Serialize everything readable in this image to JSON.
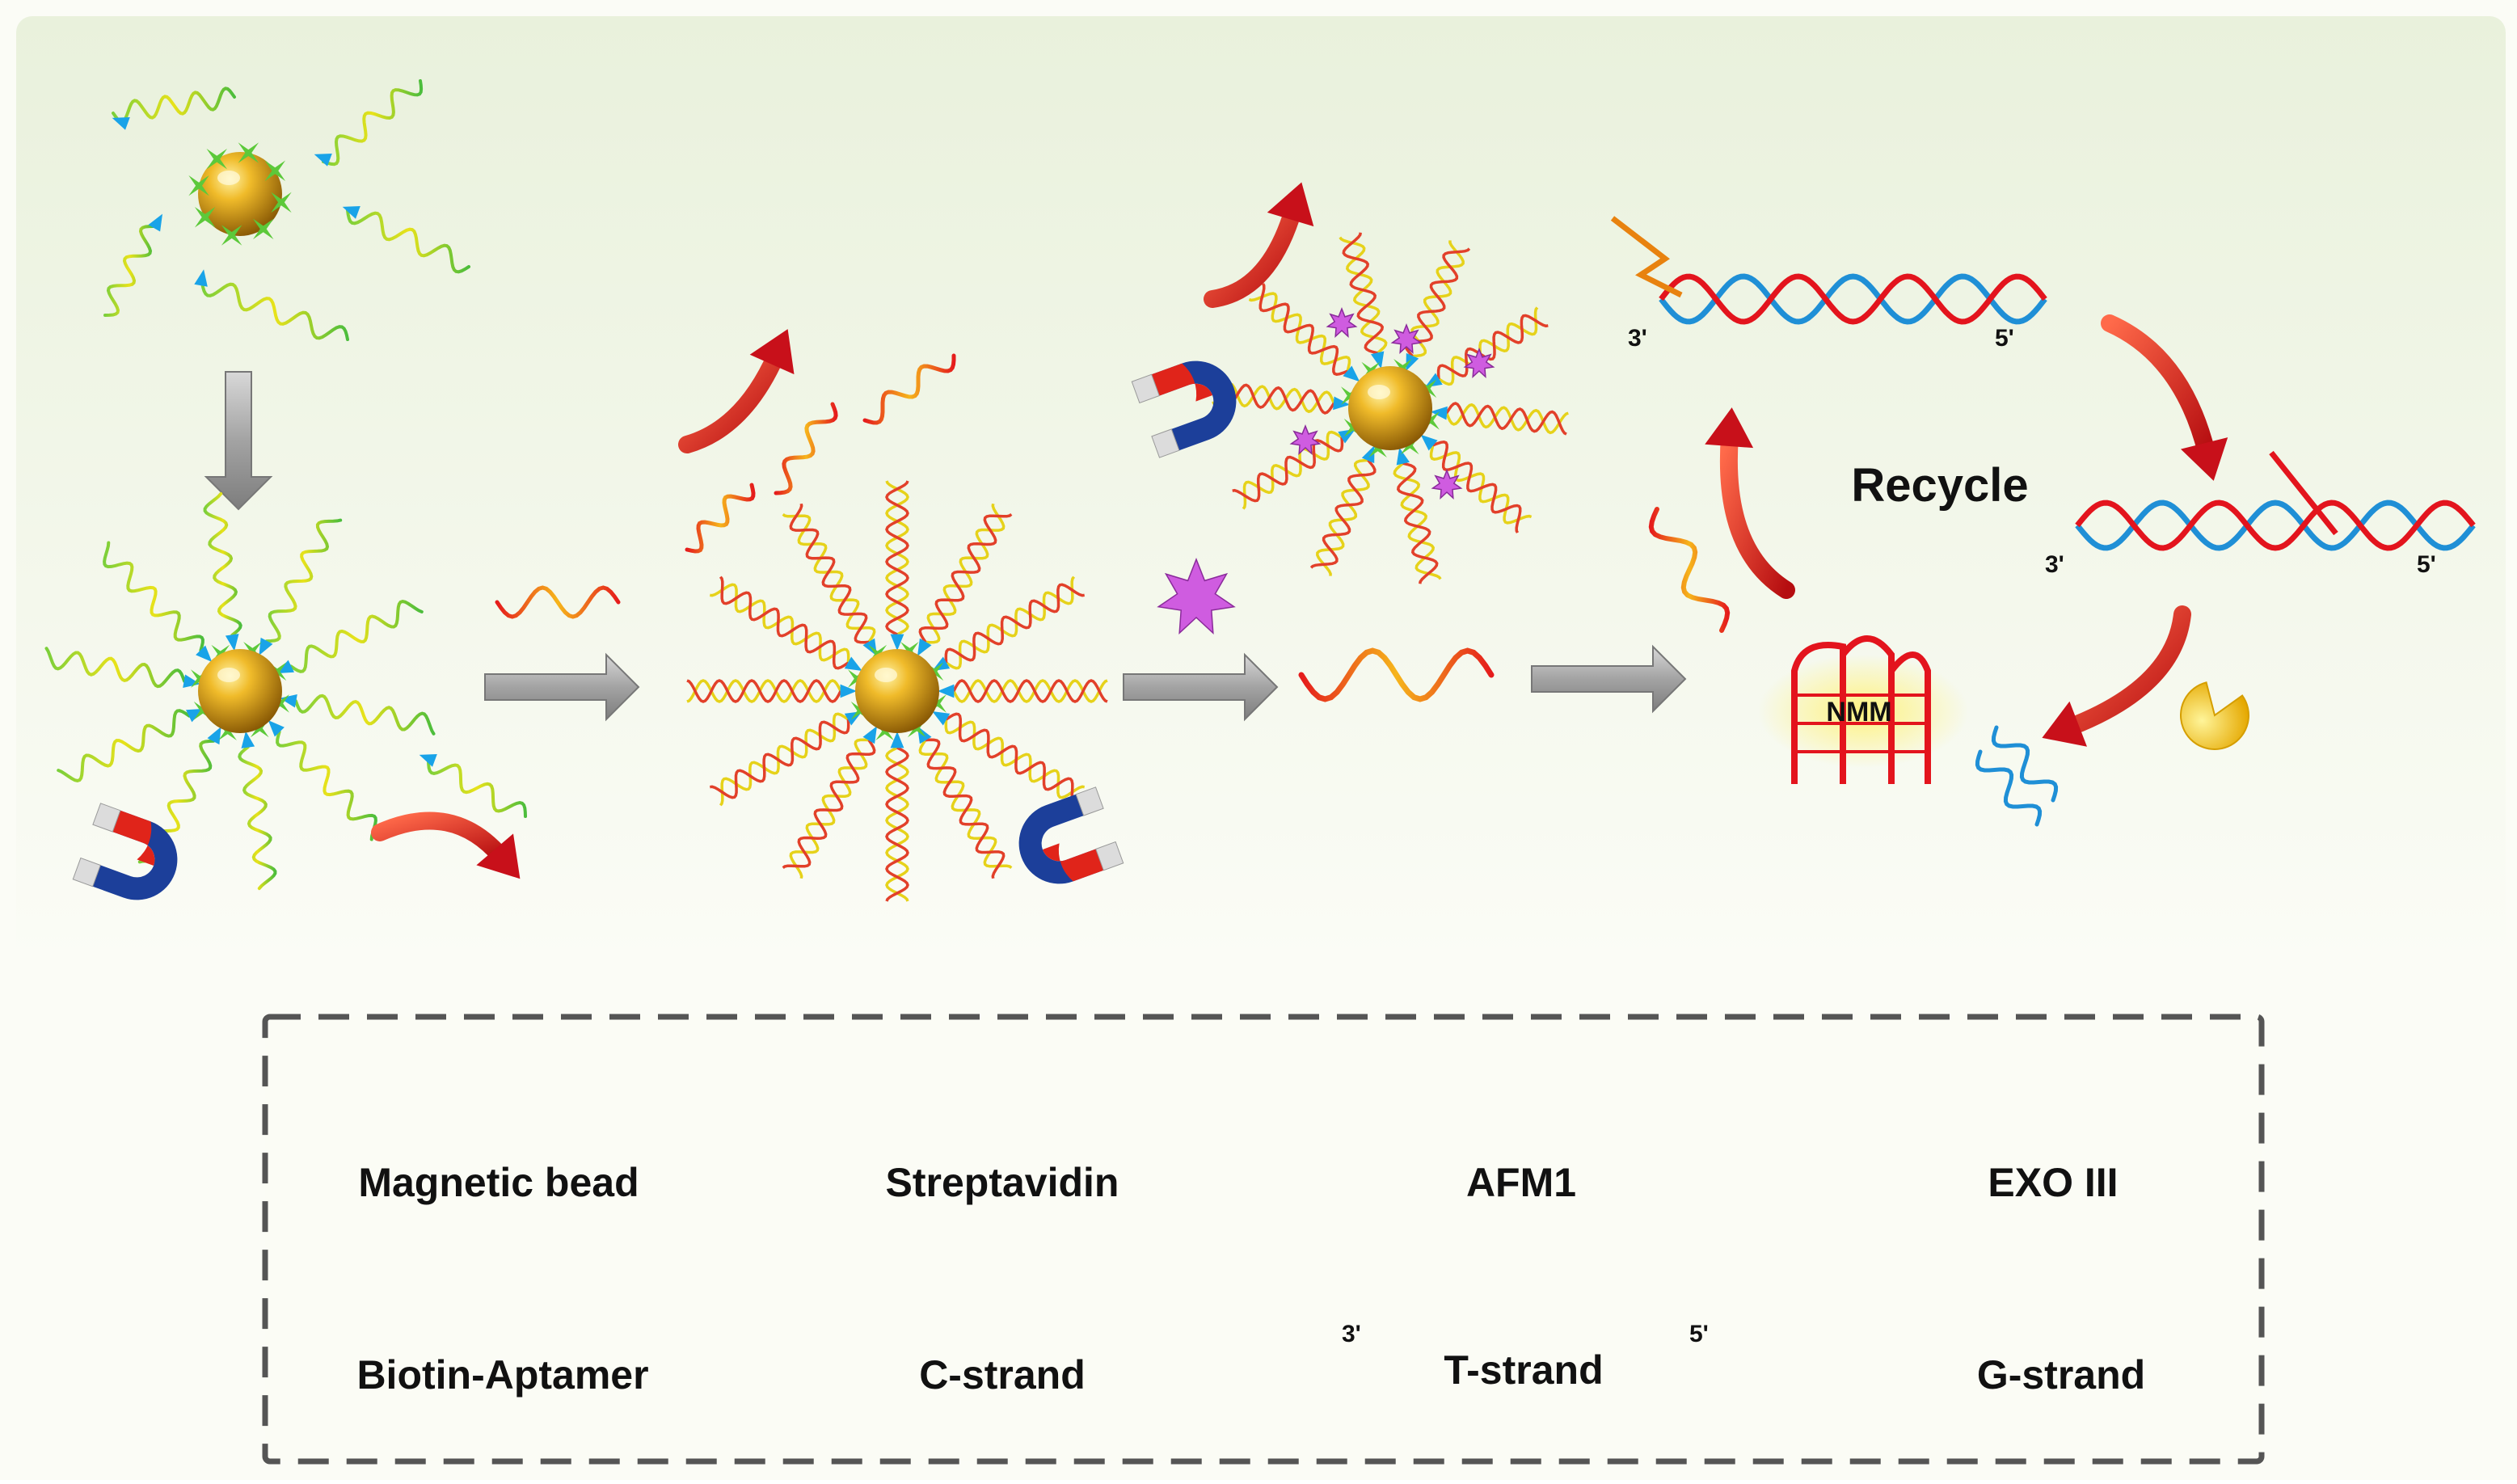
{
  "scheme": {
    "recycle_label": "Recycle",
    "nmm_label": "NMM",
    "end3": "3'",
    "end5": "5'"
  },
  "legend": {
    "items": [
      {
        "label": "Magnetic bead",
        "icon": "magnetic-bead"
      },
      {
        "label": "Streptavidin",
        "icon": "streptavidin-star"
      },
      {
        "label": "AFM1",
        "icon": "afm1-star"
      },
      {
        "label": "EXO III",
        "icon": "exo-iii-pacman"
      },
      {
        "label": "Biotin-Aptamer",
        "icon": "biotin-aptamer-strand"
      },
      {
        "label": "C-strand",
        "icon": "c-strand"
      },
      {
        "label": "T-strand",
        "icon": "t-strand"
      },
      {
        "label": "G-strand",
        "icon": "g-strand"
      }
    ],
    "t_strand_end3": "3'",
    "t_strand_end5": "5'"
  },
  "colors": {
    "bead": "#d9a01a",
    "streptavidin": "#5cc93a",
    "afm1": "#cf5ce0",
    "exo": "#f3c410",
    "c_strand": "#e74c1c",
    "t_strand": "#1f8fd6",
    "g_strand": "#e3141d",
    "arrow_red": "#d9141a",
    "arrow_gray": "#9e9e9e",
    "magnet_blue": "#1c3f9a",
    "magnet_red": "#e0241a"
  }
}
